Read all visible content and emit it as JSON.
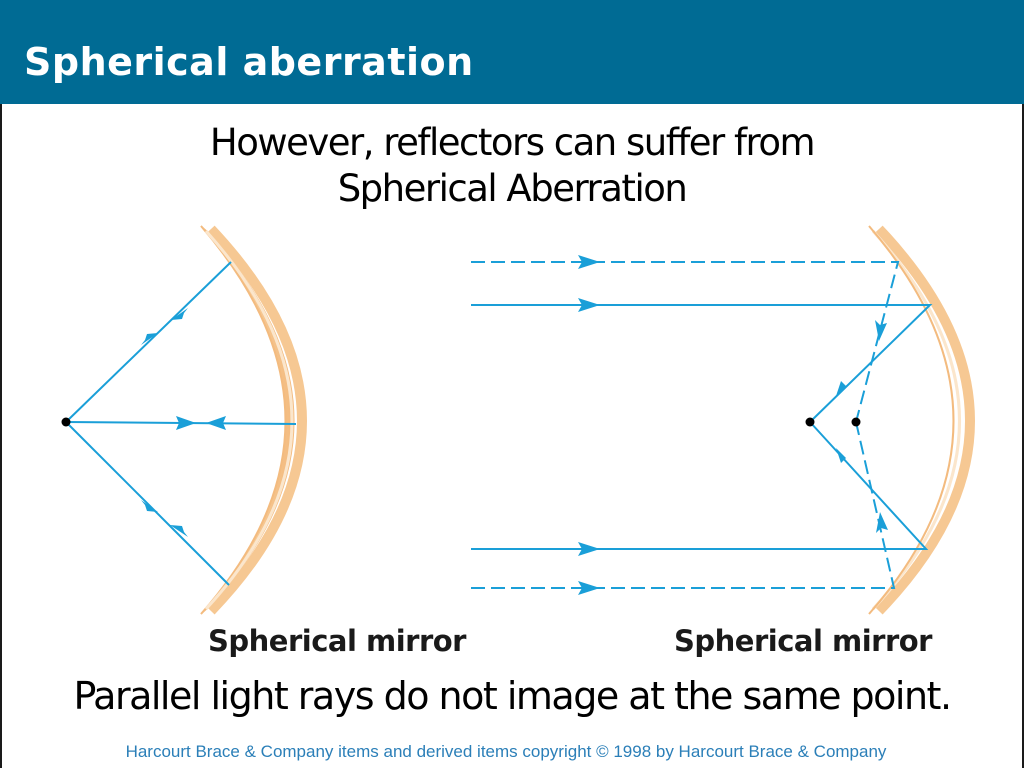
{
  "header": {
    "title": "Spherical aberration"
  },
  "subtitle": {
    "line1": "However, reflectors can suffer from",
    "line2": "Spherical Aberration"
  },
  "diagram": {
    "left_caption": "Spherical mirror",
    "right_caption": "Spherical mirror"
  },
  "bottom_text": "Parallel light rays do not image at the same point.",
  "copyright": "Harcourt Brace & Company items and derived items copyright © 1998 by Harcourt Brace & Company",
  "colors": {
    "header_bg": "#006b94",
    "ray": "#1a9fd8",
    "mirror_outer": "#f6c893",
    "mirror_inner": "#fbe6cc",
    "copyright_text": "#2b7fb8"
  }
}
